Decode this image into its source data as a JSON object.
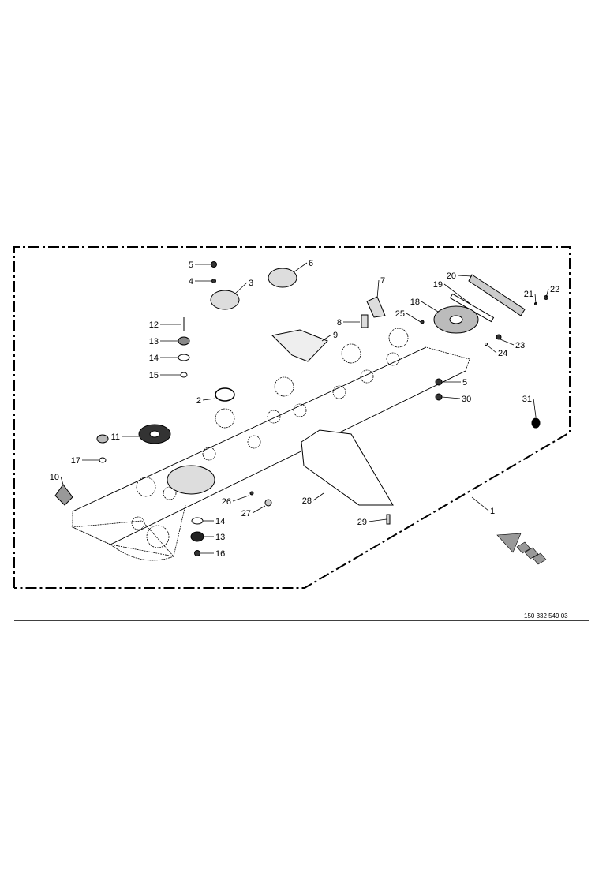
{
  "document_number": "150 332 549 03",
  "callouts": [
    "5",
    "4",
    "3",
    "6",
    "7",
    "20",
    "19",
    "22",
    "21",
    "18",
    "25",
    "8",
    "9",
    "23",
    "24",
    "12",
    "13",
    "14",
    "15",
    "2",
    "5",
    "30",
    "31",
    "11",
    "17",
    "10",
    "26",
    "27",
    "28",
    "1",
    "14",
    "13",
    "16",
    "29"
  ],
  "colors": {
    "line": "#000000",
    "arrow_fill": "#999999",
    "background": "#ffffff"
  }
}
